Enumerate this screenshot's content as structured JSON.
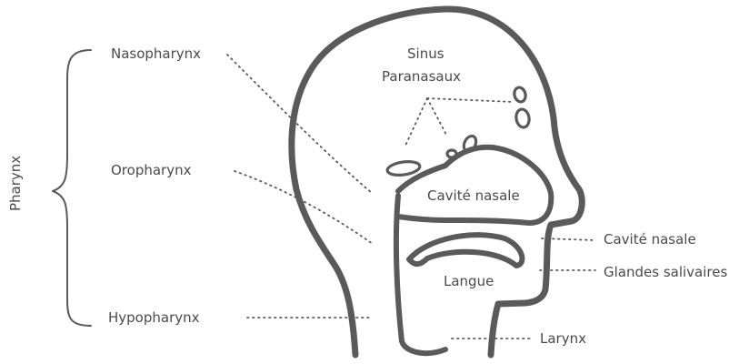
{
  "labels": {
    "pharynx": "Pharynx",
    "nasopharynx": "Nasopharynx",
    "oropharynx": "Oropharynx",
    "hypopharynx": "Hypopharynx",
    "sinus_line1": "Sinus",
    "sinus_line2": "Paranasaux",
    "cavite_nasale_inner": "Cavité nasale",
    "langue": "Langue",
    "cavite_nasale_right": "Cavité nasale",
    "glandes_salivaires": "Glandes salivaires",
    "larynx": "Larynx"
  },
  "colors": {
    "outline": "#5a5a5a",
    "text": "#4a4a4a",
    "background": "#ffffff"
  }
}
